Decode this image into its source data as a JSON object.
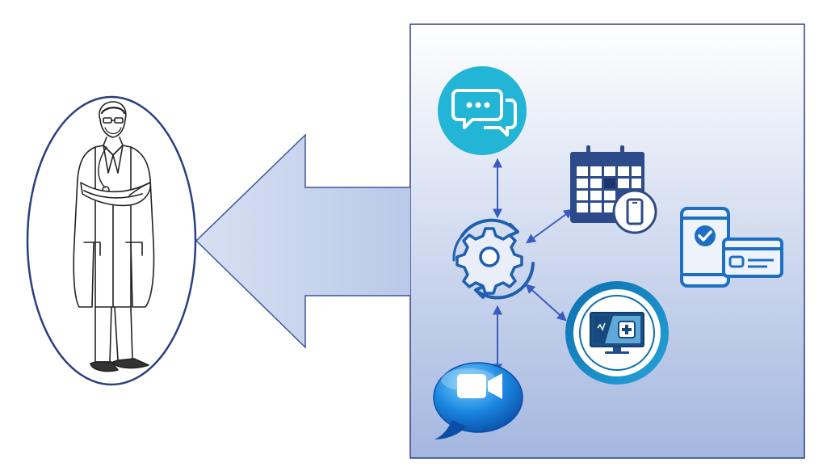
{
  "diagram": {
    "nodes": [
      {
        "id": "doctor",
        "icon": "doctor-illustration"
      },
      {
        "id": "hub",
        "icon": "gear-sync-icon"
      },
      {
        "id": "chat",
        "icon": "chat-bubbles-icon"
      },
      {
        "id": "calendar",
        "icon": "calendar-phone-icon"
      },
      {
        "id": "payment",
        "icon": "phone-card-payment-icon"
      },
      {
        "id": "telemedicine",
        "icon": "monitor-medical-icon"
      },
      {
        "id": "video",
        "icon": "video-call-bubble-icon"
      }
    ],
    "edges": [
      {
        "from": "hub",
        "to": "chat",
        "style": "double-arrow"
      },
      {
        "from": "hub",
        "to": "calendar",
        "style": "double-arrow"
      },
      {
        "from": "hub",
        "to": "telemedicine",
        "style": "double-arrow"
      },
      {
        "from": "hub",
        "to": "video",
        "style": "double-arrow"
      },
      {
        "from": "panel",
        "to": "doctor",
        "style": "block-arrow"
      }
    ],
    "colors": {
      "panel_top": "#ffffff",
      "panel_bottom": "#a4b7e0",
      "panel_border": "#2f3f8a",
      "arrow_outline": "#3d54a3",
      "arrow_fill": "#c9d6ee",
      "connector": "#3a5bbf",
      "chat_teal": "#23b5d6",
      "icon_blue": "#1d6fc4",
      "calendar_navy": "#2d4a8a",
      "oval_border": "#27407f"
    }
  }
}
